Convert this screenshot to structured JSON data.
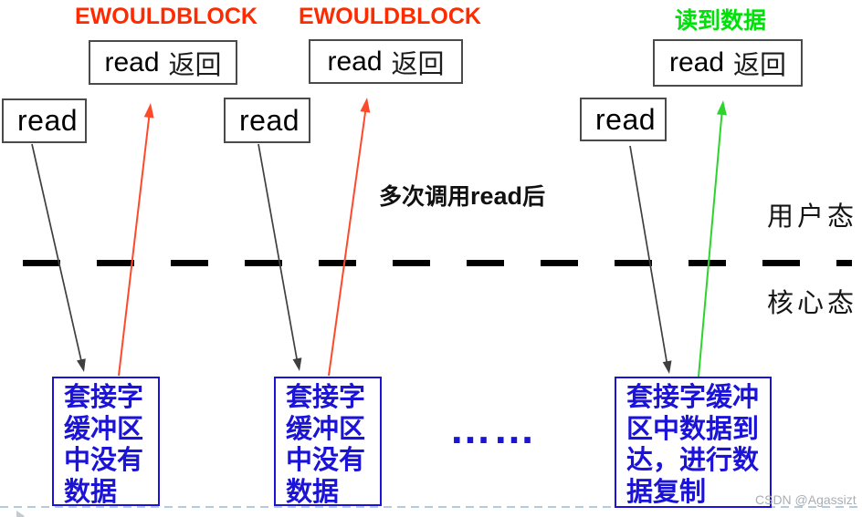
{
  "diagram": {
    "top_labels": {
      "ewouldblock": "EWOULDBLOCK",
      "read_success": "读到数据"
    },
    "read_call_box": "read",
    "read_return_box": {
      "read": "read",
      "suffix": "返回"
    },
    "middle_note": {
      "prefix": "多次调用",
      "emphasis": "read",
      "suffix": "后"
    },
    "right_labels": {
      "user_mode": "用户态",
      "kernel_mode": "核心态"
    },
    "kernel_boxes": {
      "no_data": "套接字\n缓冲区\n中没有\n数据",
      "ellipsis": "……",
      "data_arrived": "套接字缓冲\n区中数据到\n达，进行数\n据复制"
    },
    "watermark": "CSDN @Agassizt",
    "colors": {
      "error_red": "#ff2b00",
      "arrow_red": "#ff4a2a",
      "success_green": "#00e10a",
      "arrow_green": "#2ed42e",
      "arrow_black": "#3f3f3f",
      "blue": "#1b13d8",
      "separator_black": "#000000",
      "watermark_gray": "#a9aeb5",
      "bottom_dash_blue": "#b4cbdc"
    }
  }
}
